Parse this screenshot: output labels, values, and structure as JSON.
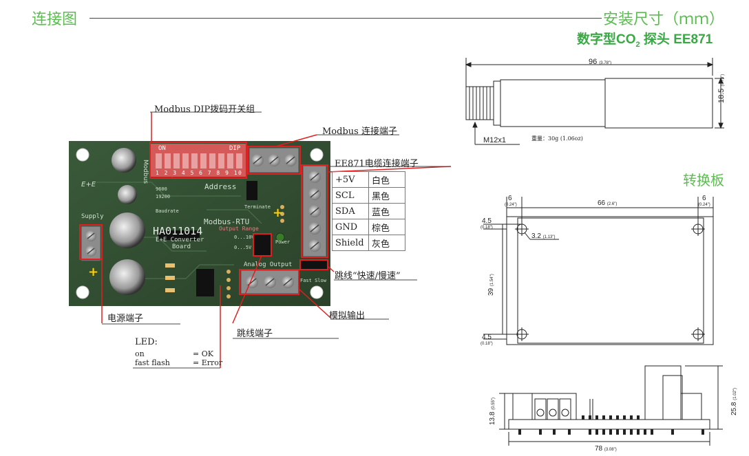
{
  "header": {
    "left_title": "连接图",
    "right_title": "安装尺寸（ｍｍ）",
    "product_title": "数字型CO",
    "product_sub": "2",
    "product_tail": " 探头 EE871"
  },
  "callouts": {
    "dip": "Modbus DIP拨码开关组",
    "modbus_terminal": "Modbus 连接端子",
    "cable_terminal": "EE871电缆连接端子",
    "jumper_speed": "跳线“快速/慢速”",
    "analog_out": "模拟输出",
    "jumper_terminal": "跳线端子",
    "power_terminal": "电源端子",
    "led_title": "LED:",
    "led_on": "on",
    "led_on_val": "= OK",
    "led_fast": "fast flash",
    "led_fast_val": "= Error"
  },
  "wires": [
    {
      "signal": "+5V",
      "color": "白色"
    },
    {
      "signal": "SCL",
      "color": "黑色"
    },
    {
      "signal": "SDA",
      "color": "蓝色"
    },
    {
      "signal": "GND",
      "color": "棕色"
    },
    {
      "signal": "Shield",
      "color": "灰色"
    }
  ],
  "board_text": {
    "on": "ON",
    "dip": "DIP",
    "dip_nums": "1 2 3 4 5 6 7 8 9 10",
    "modbus_rtu": "Modbus-RTU",
    "address": "Address",
    "code": "HA011014",
    "converter": "E+E Converter",
    "board": "Board",
    "supply": "Supply",
    "output_range": "Output Range",
    "range1": "0...10V",
    "range2": "0...5V",
    "analog_output": "Analog Output",
    "power": "Power",
    "fast_slow": "Fast Slow",
    "terminate": "Terminate",
    "baud1": "9600",
    "baud2": "19200",
    "baudrate": "Baudrate",
    "modbus_side": "Modbus",
    "brand": "E+E"
  },
  "probe": {
    "length": "96",
    "length_in": "(3.78\")",
    "dia": "18.5",
    "dia_in": "(0.73\")",
    "thread": "M12x1",
    "weight": "重量：30g (1.06oz)"
  },
  "board_dims": {
    "title": "转换板",
    "w_left": "6",
    "w_left_in": "(0.24\")",
    "w_mid": "66",
    "w_mid_in": "(2.6\")",
    "w_right": "6",
    "w_right_in": "(0.24\")",
    "h_top": "4.5",
    "h_top_in": "(0.18\")",
    "hole": "3.2",
    "hole_in": "(1.13\")",
    "h_mid": "39",
    "h_mid_in": "(1.54\")",
    "h_bot": "4.5",
    "h_bot_in": "(0.18\")"
  },
  "side_dims": {
    "h_left": "13.8",
    "h_left_in": "(0.55\")",
    "h_right": "25.8",
    "h_right_in": "(1.02\")",
    "length": "78",
    "length_in": "(3.08\")"
  },
  "colors": {
    "accent_green": "#5bbd4f",
    "callout_red": "#e02020",
    "pcb_green": "#2f4a2f"
  }
}
